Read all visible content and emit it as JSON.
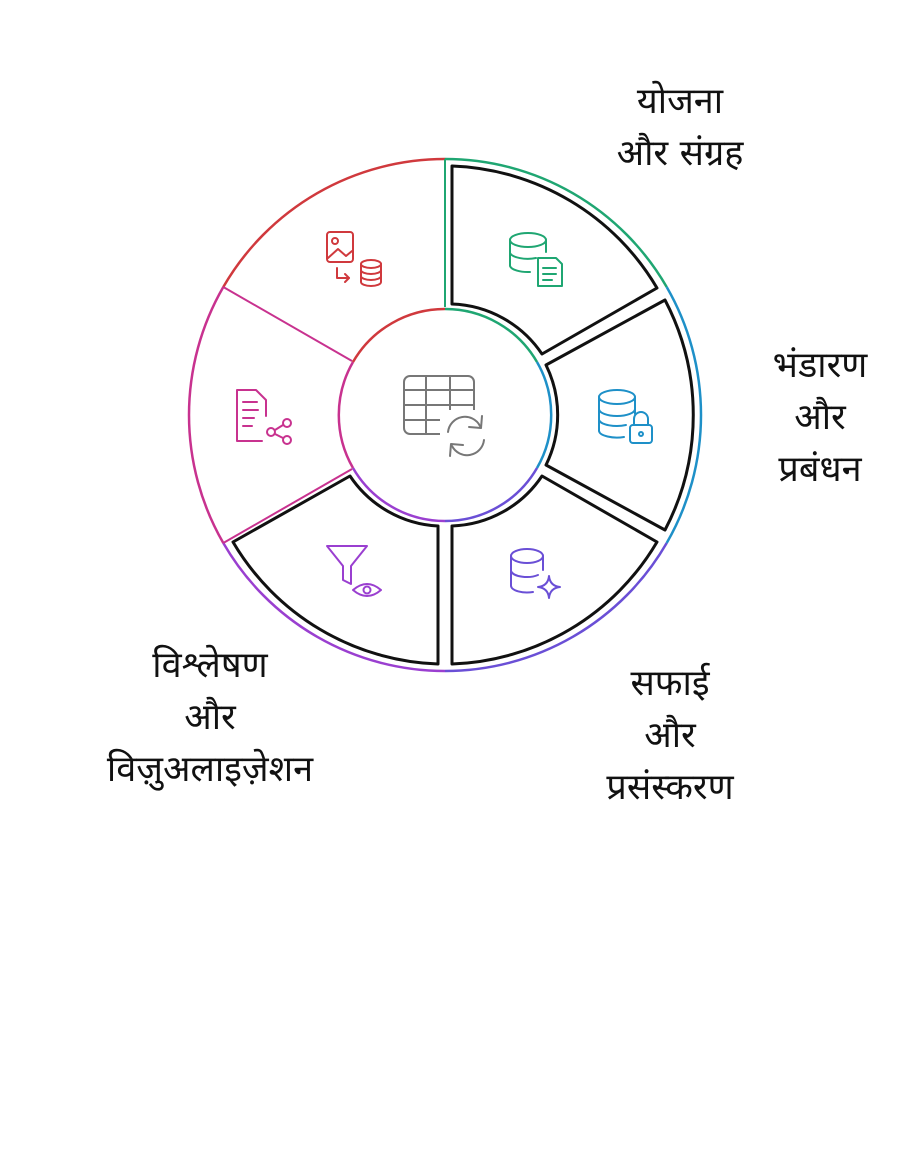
{
  "diagram": {
    "center_icon": "table-refresh-icon",
    "segments": [
      {
        "id": "planning",
        "lines": [
          "योजना",
          "और संग्रह"
        ],
        "color": "#1fa672",
        "icon": "database-document-icon"
      },
      {
        "id": "storage",
        "lines": [
          "भंडारण",
          "और",
          "प्रबंधन"
        ],
        "color": "#1e90c8",
        "icon": "database-lock-icon"
      },
      {
        "id": "cleaning",
        "lines": [
          "सफाई",
          "और",
          "प्रसंस्करण"
        ],
        "color": "#6a4fd6",
        "icon": "database-sparkle-icon"
      },
      {
        "id": "analysis",
        "lines": [
          "विश्लेषण",
          "और",
          "विज़ुअलाइज़ेशन"
        ],
        "color": "#9a3fd0",
        "icon": "filter-eye-icon"
      },
      {
        "id": "sharing",
        "lines": [],
        "color": "#c8328f",
        "icon": "document-share-icon"
      },
      {
        "id": "import",
        "lines": [],
        "color": "#d0393d",
        "icon": "image-to-database-icon"
      }
    ]
  }
}
